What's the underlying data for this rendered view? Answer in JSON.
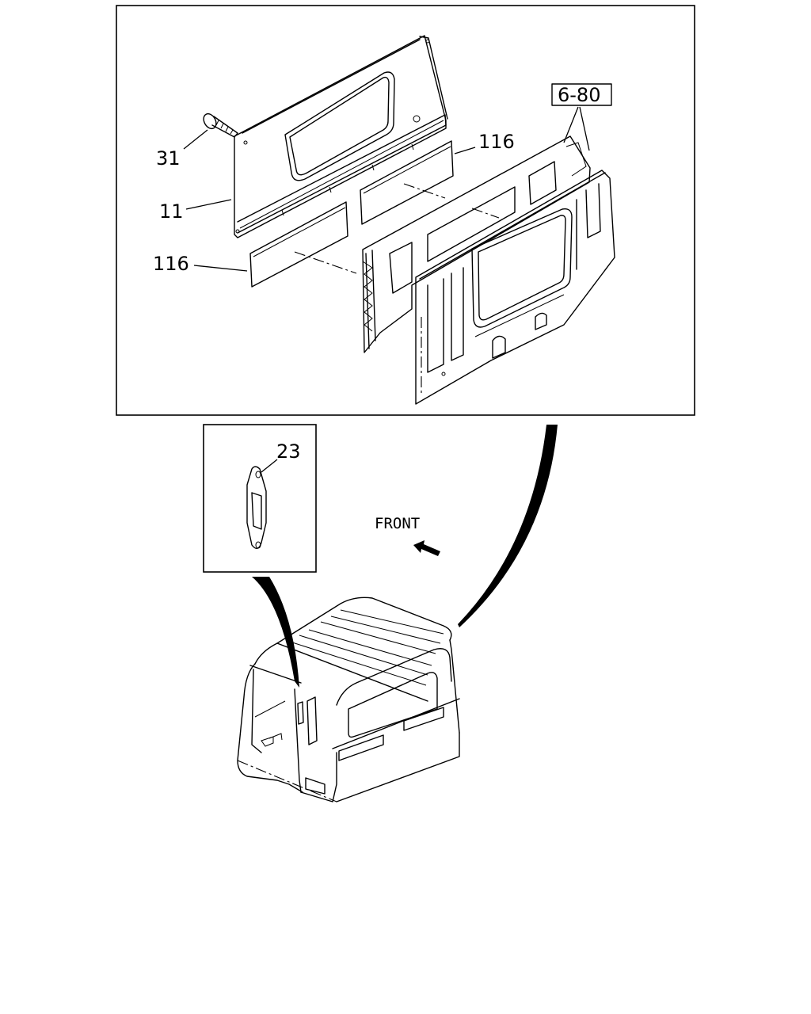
{
  "labels": {
    "screw": "31",
    "back_panel": "11",
    "insulator_upper": "116",
    "insulator_lower": "116",
    "ref_group": "6-80",
    "bracket": "23",
    "front": "FRONT"
  }
}
